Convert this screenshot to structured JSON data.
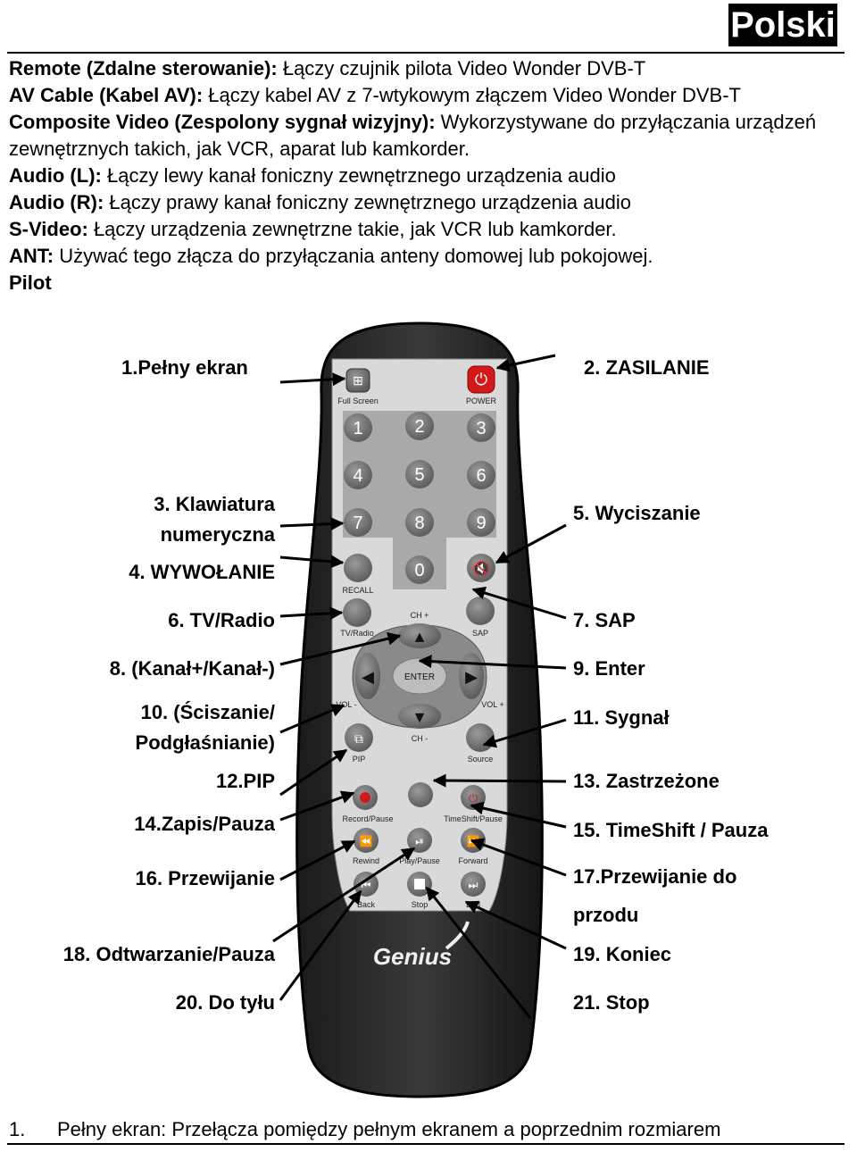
{
  "language_tab": "Polski",
  "descriptions": [
    {
      "term": "Remote (Zdalne sterowanie):",
      "text": " Łączy czujnik pilota Video Wonder DVB-T"
    },
    {
      "term": "AV Cable (Kabel AV):",
      "text": " Łączy kabel AV z 7-wtykowym złączem Video Wonder DVB-T"
    },
    {
      "term": "Composite Video (Zespolony sygnał wizyjny):",
      "text": " Wykorzystywane do przyłączania urządzeń zewnętrznych takich, jak VCR, aparat lub kamkorder."
    },
    {
      "term": "Audio (L):",
      "text": " Łączy lewy kanał foniczny zewnętrznego urządzenia audio"
    },
    {
      "term": "Audio (R):",
      "text": " Łączy prawy kanał foniczny zewnętrznego urządzenia audio"
    },
    {
      "term": "S-Video:",
      "text": " Łączy urządzenia zewnętrzne takie, jak VCR lub kamkorder."
    },
    {
      "term": "ANT:",
      "text": " Używać tego złącza do przyłączania anteny domowej lub pokojowej."
    }
  ],
  "pilot_heading": "Pilot",
  "callouts": {
    "c1": "1.Pełny  ekran",
    "c2": "2. ZASILANIE",
    "c3a": "3. Klawiatura",
    "c3b": "numeryczna",
    "c4": "4. WYWOŁANIE",
    "c5": "5. Wyciszanie",
    "c6": "6. TV/Radio",
    "c7": "7. SAP",
    "c8": "8. (Kanał+/Kanał-)",
    "c9": "9. Enter",
    "c10a": "10. (Ściszanie/",
    "c10b": "Podgłaśnianie)",
    "c11": "11. Sygnał",
    "c12": "12.PIP",
    "c13": "13. Zastrzeżone",
    "c14": "14.Zapis/Pauza",
    "c15": "15. TimeShift / Pauza",
    "c16": "16. Przewijanie",
    "c17a": "17.Przewijanie do",
    "c17b": "przodu",
    "c18": "18. Odtwarzanie/Pauza",
    "c19": "19. Koniec",
    "c20": "20. Do tyłu",
    "c21": "21. Stop"
  },
  "remote": {
    "keys": [
      "1",
      "2",
      "3",
      "4",
      "5",
      "6",
      "7",
      "8",
      "9",
      "0"
    ],
    "labels": {
      "full_screen": "Full Screen",
      "power": "POWER",
      "recall": "RECALL",
      "tv_radio": "TV/Radio",
      "sap": "SAP",
      "ch_plus": "CH +",
      "ch_minus": "CH -",
      "enter": "ENTER",
      "vol_minus": "VOL -",
      "vol_plus": "VOL +",
      "pip": "PIP",
      "source": "Source",
      "record_pause": "Record/Pause",
      "timeshift_pause": "TimeShift/Pause",
      "rewind": "Rewind",
      "play_pause": "Play/Pause",
      "forward": "Forward",
      "back": "Back",
      "stop": "Stop",
      "end": "End",
      "brand": "Genius"
    }
  },
  "footer": {
    "number": "1.",
    "text": "Pełny ekran: Przełącza pomiędzy pełnym ekranem a poprzednim rozmiarem"
  }
}
